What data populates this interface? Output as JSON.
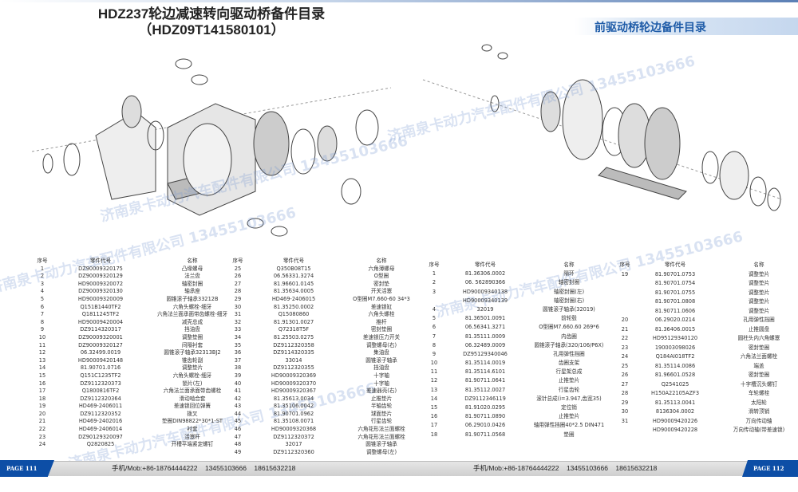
{
  "left_title": {
    "line1": "HDZ237轮边减速转向驱动桥备件目录",
    "line2": "（HDZ09T141580101）"
  },
  "right_title": "前驱动桥轮边备件目录",
  "watermark": "济南泉卡动力汽车配件有限公司 13455103666",
  "headers": {
    "no": "序号",
    "code": "零件代号",
    "name": "名称"
  },
  "table1": [
    [
      "1",
      "DZ90009320175",
      "凸缘螺母"
    ],
    [
      "2",
      "DZ90009320129",
      "法兰盘"
    ],
    [
      "3",
      "HD90009320072",
      "轴密封圈"
    ],
    [
      "4",
      "DZ90009320130",
      "轴承座"
    ],
    [
      "5",
      "HD90009320009",
      "圆锥滚子轴承33212B"
    ],
    [
      "6",
      "Q151B1440TF2",
      "六角头螺栓-细牙"
    ],
    [
      "7",
      "Q1811245TF2",
      "六角法兰面承面带齿螺栓-细牙"
    ],
    [
      "8",
      "HD90009420004",
      "减壳总成"
    ],
    [
      "9",
      "DZ9114320317",
      "挡油盘"
    ],
    [
      "10",
      "DZ90009320001",
      "调整垫圈"
    ],
    [
      "11",
      "DZ90009320127",
      "间隔衬套"
    ],
    [
      "12",
      "06.32499.0019",
      "圆锥滚子轴承32313BJ2"
    ],
    [
      "13",
      "HD90009420148",
      "锥齿轮副"
    ],
    [
      "14",
      "81.90701.0716",
      "调整垫片"
    ],
    [
      "15",
      "Q151C1235TF2",
      "六角头螺栓-细牙"
    ],
    [
      "16",
      "DZ9112320373",
      "锁片(左)"
    ],
    [
      "17",
      "Q1800816TF2",
      "六角法兰面承面带齿螺栓"
    ],
    [
      "18",
      "DZ9112320364",
      "滑动啮合套"
    ],
    [
      "19",
      "HD469-2406011",
      "差速锁回位弹簧"
    ],
    [
      "20",
      "DZ9112320352",
      "拨叉"
    ],
    [
      "21",
      "HD469-2402016",
      "垫圈DIN98822*30*1-ST"
    ],
    [
      "22",
      "HD469-2406014",
      "衬套"
    ],
    [
      "23",
      "DZ90129320097",
      "活塞杆"
    ],
    [
      "24",
      "Q2820825",
      "开槽平端紧定螺钉"
    ]
  ],
  "table2": [
    [
      "25",
      "Q350B08T15",
      "六角薄螺母"
    ],
    [
      "26",
      "06.56331.3274",
      "O型圈"
    ],
    [
      "27",
      "81.96601.0145",
      "密封垫"
    ],
    [
      "28",
      "81.35634.0005",
      "开关活塞"
    ],
    [
      "29",
      "HD469-2406015",
      "O型圈M7.660-60 34*3"
    ],
    [
      "30",
      "81.35250.0002",
      "差速锁缸"
    ],
    [
      "31",
      "Q15080860",
      "六角头螺栓"
    ],
    [
      "32",
      "81.91301.0027",
      "推杆"
    ],
    [
      "33",
      "Q72318T5F",
      "密封垫圈"
    ],
    [
      "34",
      "81.25503.0275",
      "差速锁压力开关"
    ],
    [
      "35",
      "DZ9112320358",
      "调整螺母(右)"
    ],
    [
      "36",
      "DZ9114320335",
      "集油盘"
    ],
    [
      "37",
      "33014",
      "圆锥滚子轴承"
    ],
    [
      "38",
      "DZ9112320355",
      "挡油盘"
    ],
    [
      "39",
      "HD90009320369",
      "十字轴"
    ],
    [
      "40",
      "HD90009320370",
      "十字轴"
    ],
    [
      "41",
      "HD90009320367",
      "差速器壳(右)"
    ],
    [
      "42",
      "81.35613.0034",
      "止推垫片"
    ],
    [
      "43",
      "81.35106.0042",
      "半轴齿轮"
    ],
    [
      "44",
      "81.90701.0962",
      "球面垫片"
    ],
    [
      "45",
      "81.35108.0071",
      "行星齿轮"
    ],
    [
      "46",
      "HD90009320368",
      "六角花形法兰面螺栓"
    ],
    [
      "47",
      "DZ9112320372",
      "六角花形法兰面螺栓"
    ],
    [
      "48",
      "32017",
      "圆锥滚子轴承"
    ],
    [
      "49",
      "DZ9112320360",
      "调整螺母(左)"
    ]
  ],
  "table3": [
    [
      "1",
      "81.36306.0002",
      "隔环"
    ],
    [
      "2",
      "06. 562890366",
      "轴密封圈"
    ],
    [
      "3",
      "HD90009340138",
      "轴密封圈(左)"
    ],
    [
      "",
      "HD90009340139",
      "轴密封圈(右)"
    ],
    [
      "4",
      "32019",
      "圆锥滚子轴承(32019)"
    ],
    [
      "5",
      "81.36501.0091",
      "前轮毂"
    ],
    [
      "6",
      "06.56341.3271",
      "O型圈M7.660.60 269*6"
    ],
    [
      "7",
      "81.35111.0009",
      "内齿圈"
    ],
    [
      "8",
      "06.32489.0009",
      "圆锥滚子轴承(320/106/P6X)"
    ],
    [
      "9",
      "DZ95129340046",
      "孔用弹性挡圈"
    ],
    [
      "10",
      "81.35114.0019",
      "齿圈支架"
    ],
    [
      "11",
      "81.35114.6101",
      "行星架总成"
    ],
    [
      "12",
      "81.90711.0641",
      "止推垫片"
    ],
    [
      "13",
      "81.35112.0027",
      "行星齿轮"
    ],
    [
      "14",
      "DZ9112346119",
      "滚针总成(i=3.947,齿宽35)"
    ],
    [
      "15",
      "81.91020.0295",
      "定位销"
    ],
    [
      "16",
      "81.90711.0890",
      "止推垫片"
    ],
    [
      "17",
      "06.29010.0426",
      "轴用弹性挡圈40*2.5 DIN471"
    ],
    [
      "18",
      "81.90711.0568",
      "垫圈"
    ]
  ],
  "table4": [
    [
      "19",
      "81.90701.0753",
      "调整垫片"
    ],
    [
      "",
      "81.90701.0754",
      "调整垫片"
    ],
    [
      "",
      "81.90701.0755",
      "调整垫片"
    ],
    [
      "",
      "81.90701.0808",
      "调整垫片"
    ],
    [
      "",
      "81.90711.0606",
      "调整垫片"
    ],
    [
      "20",
      "06.29020.0214",
      "孔用弹性挡圈"
    ],
    [
      "21",
      "81.36406.0015",
      "止推圆盘"
    ],
    [
      "22",
      "HD95129340120",
      "圆柱头内六角螺塞"
    ],
    [
      "23",
      "190003098026",
      "密封垫圈"
    ],
    [
      "24",
      "Q184AI018TF2",
      "六角法兰面螺栓"
    ],
    [
      "25",
      "81.35114.0086",
      "端盖"
    ],
    [
      "26",
      "81.96601.0528",
      "密封垫圈"
    ],
    [
      "27",
      "Q2541025",
      "十字槽沉头螺钉"
    ],
    [
      "28",
      "H150A22105AZF3",
      "车轮螺栓"
    ],
    [
      "29",
      "81.35113.0041",
      "太阳轮"
    ],
    [
      "30",
      "8136304.0002",
      "滑转顶销"
    ],
    [
      "31",
      "HD90009420226",
      "万向传动轴"
    ],
    [
      "",
      "HD90009420228",
      "万向传动轴(带差速锁)"
    ]
  ],
  "footer": {
    "page_left": "PAGE 111",
    "page_right": "PAGE 112",
    "contact": "手机/Mob:+86-18764444222    13455103666    18615632218"
  },
  "colors": {
    "brand_blue": "#0d4ea6",
    "title_blue": "#1f5ca8"
  }
}
